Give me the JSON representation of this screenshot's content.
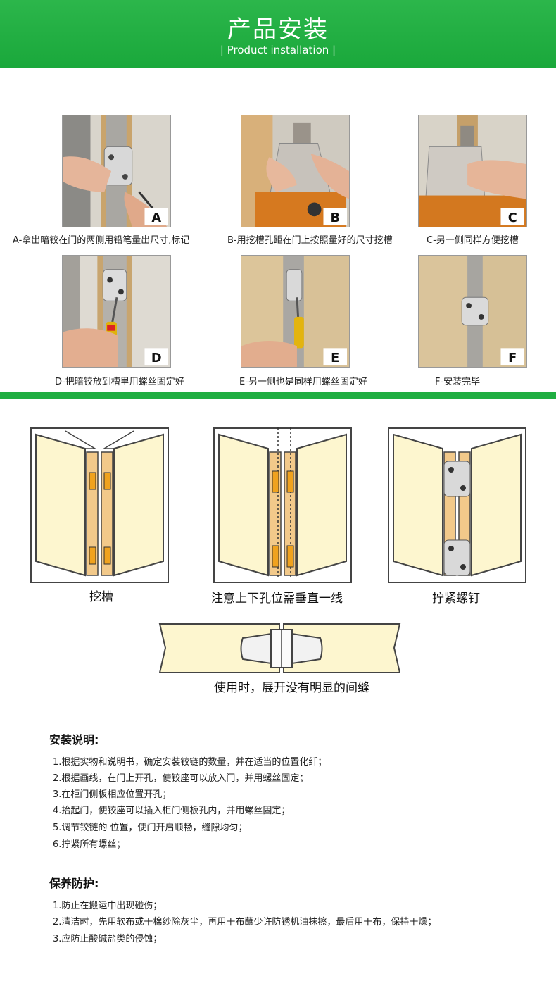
{
  "header": {
    "title": "产品安装",
    "subtitle": "| Product installation |"
  },
  "steps": [
    {
      "letter": "A",
      "caption": "A-拿出暗铰在门的两侧用铅笔量出尺寸,标记"
    },
    {
      "letter": "B",
      "caption": "B-用挖槽孔距在门上按照量好的尺寸挖槽"
    },
    {
      "letter": "C",
      "caption": "C-另一侧同样方便挖槽"
    },
    {
      "letter": "D",
      "caption": "D-把暗铰放到槽里用螺丝固定好"
    },
    {
      "letter": "E",
      "caption": "E-另一侧也是同样用螺丝固定好"
    },
    {
      "letter": "F",
      "caption": "F-安装完毕"
    }
  ],
  "diagrams": {
    "slot": "挖槽",
    "align": "注意上下孔位需垂直一线",
    "tighten": "拧紧螺钉",
    "gap": "使用时，展开没有明显的间缝"
  },
  "install": {
    "title": "安装说明:",
    "items": [
      "1.根据实物和说明书，确定安装铰链的数量，并在适当的位置化纤；",
      "2.根据画线，在门上开孔，使铰座可以放入门，并用螺丝固定；",
      "3.在柜门侧板相应位置开孔；",
      "4.抬起门，使铰座可以插入柜门侧板孔内，并用螺丝固定；",
      "5.调节铰链的 位置，使门开启顺畅，缝隙均匀；",
      "6.拧紧所有螺丝；"
    ]
  },
  "care": {
    "title": "保养防护:",
    "items": [
      "1.防止在搬运中出现碰伤；",
      "2.清洁时，先用软布或干棉纱除灰尘，再用干布蘸少许防锈机油抹擦，最后用干布，保持干燥；",
      "3.应防止酸碱盐类的侵蚀；"
    ]
  },
  "colors": {
    "brand_green": "#1fae41",
    "panel_fill": "#fdf6cf",
    "edge_fill": "#f2c98a",
    "slot_fill": "#f0a21e"
  }
}
